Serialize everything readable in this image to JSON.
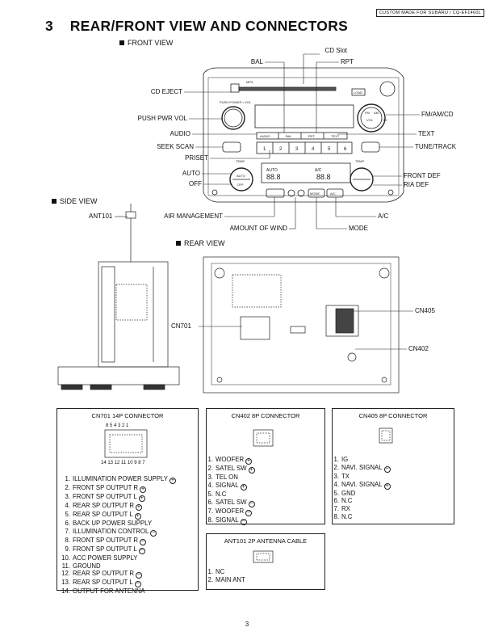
{
  "header": {
    "custom_made": "CUSTOM MADE FOR SUBARU / CQ-EF1460L"
  },
  "section": {
    "number": "3",
    "title": "REAR/FRONT VIEW AND CONNECTORS"
  },
  "front_view": {
    "label": "FRONT VIEW",
    "callouts": {
      "cd_slot": "CD Slot",
      "bal": "BAL",
      "rpt": "RPT",
      "cd_eject": "CD EJECT",
      "fm_am_cd": "FM/AM/CD",
      "push_pwr_vol": "PUSH PWR VOL",
      "audio": "AUDIO",
      "text": "TEXT",
      "seek_scan": "SEEK SCAN",
      "tune_track": "TUNE/TRACK",
      "priset": "PRISET",
      "auto": "AUTO",
      "front_def": "FRONT DEF",
      "off": "OFF",
      "ria_def": "RIA DEF",
      "air_management": "AIR MANAGEMENT",
      "ac": "A/C",
      "amount_of_wind": "AMOUNT OF WIND",
      "mode": "MODE"
    },
    "panel_text": {
      "mp3": "MP3",
      "load": "LOAD",
      "push_power_vol": "PUSH POWER • VOL",
      "preset_keys": [
        "1",
        "2",
        "3",
        "4",
        "5",
        "6"
      ],
      "audio_key": "AUDIO",
      "bal_key": "BAL",
      "rpt_key": "RPT",
      "text_key": "TEXT",
      "vol_key": "VOL",
      "fm_key": "FM",
      "am_key": "AM",
      "cd_key": "CD",
      "temp": "TEMP",
      "auto_key": "AUTO",
      "off_key": "OFF",
      "mode_key": "MODE",
      "ac_key": "A/C",
      "display_auto": "AUTO",
      "display_ac": "A/C",
      "display_digits_left": "88.8",
      "display_digits_right": "88.8"
    }
  },
  "side_view": {
    "label": "SIDE VIEW",
    "ant101": "ANT101"
  },
  "rear_view": {
    "label": "REAR VIEW",
    "cn701": "CN701",
    "cn405": "CN405",
    "cn402": "CN402"
  },
  "cn701": {
    "title": "CN701   14P CONNECTOR",
    "top_pins": "8   5   4        3   2   1",
    "bottom_pins": "14 13 12  11 10   9   8   7",
    "pins": [
      {
        "n": "1.",
        "label": "ILLUMINATION POWER SUPPLY",
        "sign": "+"
      },
      {
        "n": "2.",
        "label": "FRONT SP OUTPUT R",
        "sign": "+"
      },
      {
        "n": "3.",
        "label": "FRONT SP OUTPUT L",
        "sign": "+"
      },
      {
        "n": "4.",
        "label": "REAR SP OUTPUT R",
        "sign": "+"
      },
      {
        "n": "5.",
        "label": "REAR SP OUTPUT L",
        "sign": "+"
      },
      {
        "n": "6.",
        "label": "BACK UP POWER SUPPLY",
        "sign": ""
      },
      {
        "n": "7.",
        "label": "ILLUMINATION CONTROL",
        "sign": "−"
      },
      {
        "n": "8.",
        "label": "FRONT SP OUTPUT R",
        "sign": "−"
      },
      {
        "n": "9.",
        "label": "FRONT SP OUTPUT L",
        "sign": "−"
      },
      {
        "n": "10.",
        "label": "ACC POWER SUPPLY",
        "sign": ""
      },
      {
        "n": "11.",
        "label": "GROUND",
        "sign": ""
      },
      {
        "n": "12.",
        "label": "REAR SP OUTPUT R",
        "sign": "−"
      },
      {
        "n": "13.",
        "label": "REAR SP OUTPUT L",
        "sign": "−"
      },
      {
        "n": "14.",
        "label": "OUTPUT FOR ANTENNA",
        "sign": ""
      }
    ]
  },
  "cn402": {
    "title": "CN402   8P CONNECTOR",
    "pins": [
      {
        "n": "1.",
        "label": "WOOFER",
        "sign": "+"
      },
      {
        "n": "2.",
        "label": "SATEL SW",
        "sign": "+"
      },
      {
        "n": "3.",
        "label": "TEL ON",
        "sign": ""
      },
      {
        "n": "4.",
        "label": "SIGNAL",
        "sign": "+"
      },
      {
        "n": "5.",
        "label": "N.C",
        "sign": ""
      },
      {
        "n": "6.",
        "label": "SATEL SW",
        "sign": "−"
      },
      {
        "n": "7.",
        "label": "WOOFER",
        "sign": "−"
      },
      {
        "n": "8.",
        "label": "SIGNAL",
        "sign": "−"
      }
    ]
  },
  "cn405": {
    "title": "CN405   8P CONNECTOR",
    "pins": [
      {
        "n": "1.",
        "label": "IG",
        "sign": ""
      },
      {
        "n": "2.",
        "label": "NAVI. SIGNAL",
        "sign": "−"
      },
      {
        "n": "3.",
        "label": "TX",
        "sign": ""
      },
      {
        "n": "4.",
        "label": "NAVI. SIGNAL",
        "sign": "+"
      },
      {
        "n": "5.",
        "label": "GND",
        "sign": ""
      },
      {
        "n": "6.",
        "label": "N.C",
        "sign": ""
      },
      {
        "n": "7.",
        "label": "RX",
        "sign": ""
      },
      {
        "n": "8.",
        "label": "N.C",
        "sign": ""
      }
    ]
  },
  "ant101": {
    "title": "ANT101 2P ANTENNA CABLE",
    "pins": [
      {
        "n": "1.",
        "label": "NC",
        "sign": ""
      },
      {
        "n": "2.",
        "label": "MAIN ANT",
        "sign": ""
      }
    ]
  },
  "page": {
    "number": "3"
  }
}
